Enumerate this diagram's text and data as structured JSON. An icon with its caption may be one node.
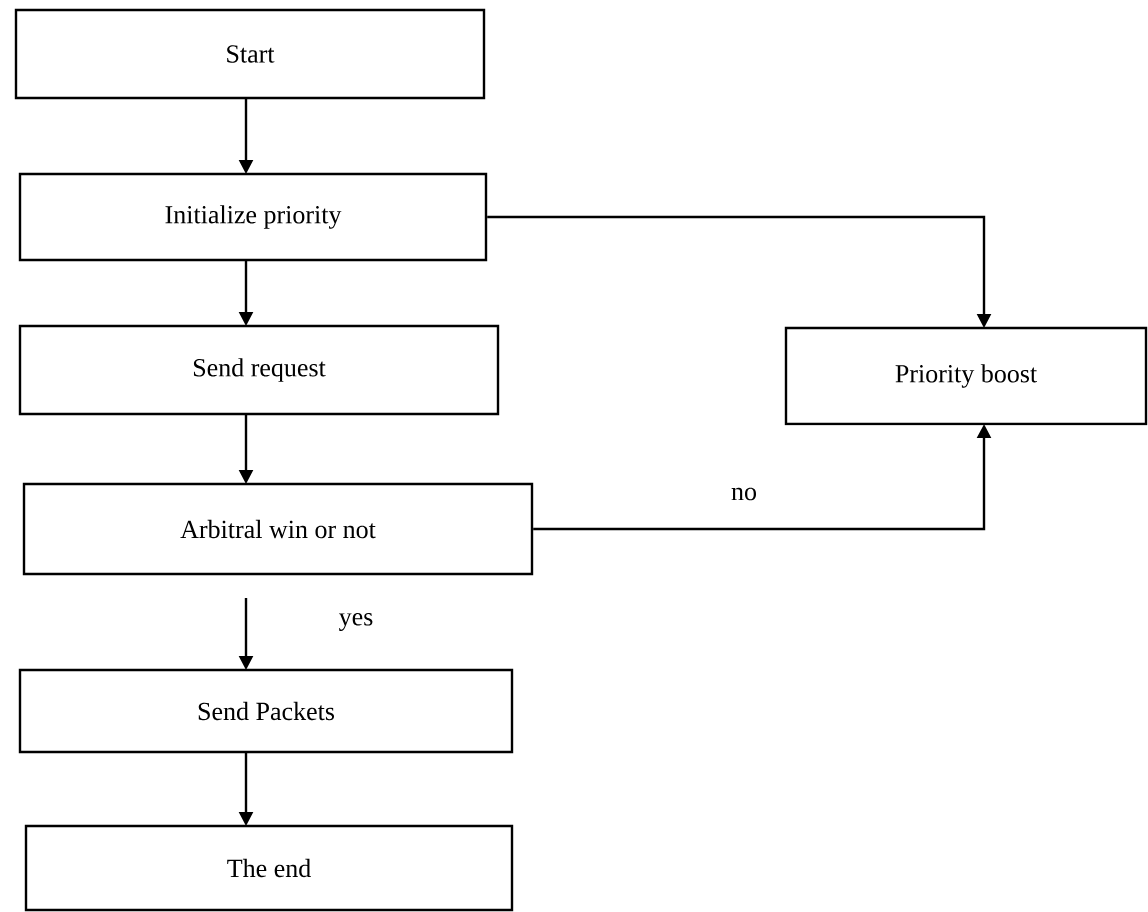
{
  "diagram": {
    "nodes": [
      {
        "text": [
          "Start"
        ]
      },
      {
        "text": [
          "Initialize priority"
        ]
      },
      {
        "text": [
          "Send request"
        ]
      },
      {
        "text": [
          "Arbitral win or not"
        ]
      },
      {
        "text": [
          "Send Packets"
        ]
      },
      {
        "text": [
          "The end"
        ]
      },
      {
        "text": [
          "Priority boost"
        ]
      }
    ],
    "edges": [
      {
        "from": 0,
        "to": 1,
        "arrow": "to"
      },
      {
        "from": 1,
        "to": 2,
        "arrow": "to"
      },
      {
        "from": 2,
        "to": 3,
        "arrow": "to"
      },
      {
        "from": 3,
        "to": 4,
        "arrow": "to",
        "label": "yes"
      },
      {
        "from": 4,
        "to": 5,
        "arrow": "to"
      },
      {
        "from": 1,
        "to": 6,
        "arrow": "to"
      },
      {
        "from": 3,
        "to": 6,
        "arrow": "to",
        "label": "no"
      }
    ]
  }
}
